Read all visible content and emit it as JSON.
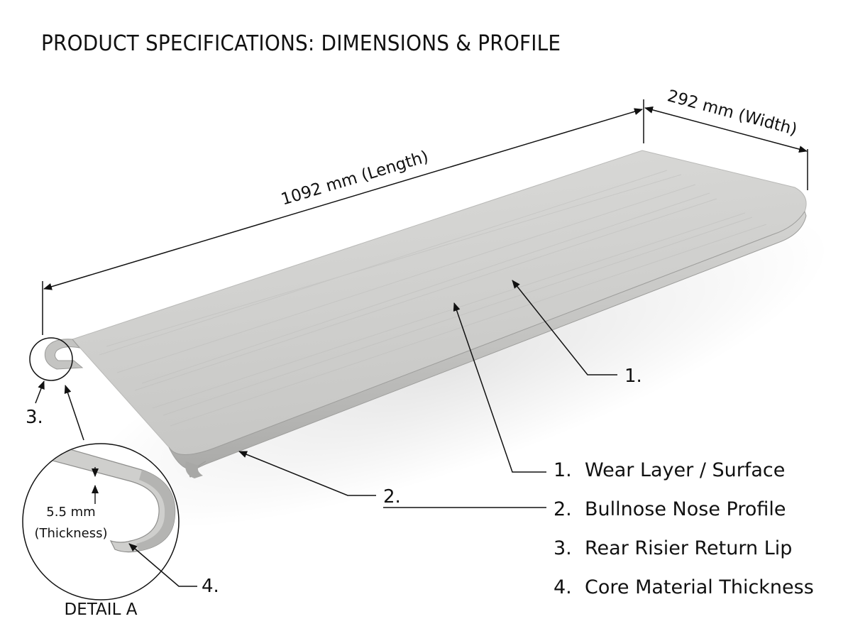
{
  "title": "PRODUCT SPECIFICATIONS: DIMENSIONS & PROFILE",
  "dimensions": {
    "length_label": "1092 mm (Length)",
    "width_label": "292 mm (Width)",
    "thickness_value": "5.5 mm",
    "thickness_label": "(Thickness)"
  },
  "callouts": [
    "1.",
    "2.",
    "3.",
    "4."
  ],
  "detail_label": "DETAIL A",
  "legend": [
    {
      "num": "1.",
      "text": "Wear Layer / Surface"
    },
    {
      "num": "2.",
      "text": "Bullnose Nose Profile"
    },
    {
      "num": "3.",
      "text": "Rear Risier Return Lip"
    },
    {
      "num": "4.",
      "text": "Core Material Thickness"
    }
  ],
  "colors": {
    "surface": "#d2d2d0",
    "surface_edge": "#bfbfbd",
    "ink": "#111111"
  }
}
